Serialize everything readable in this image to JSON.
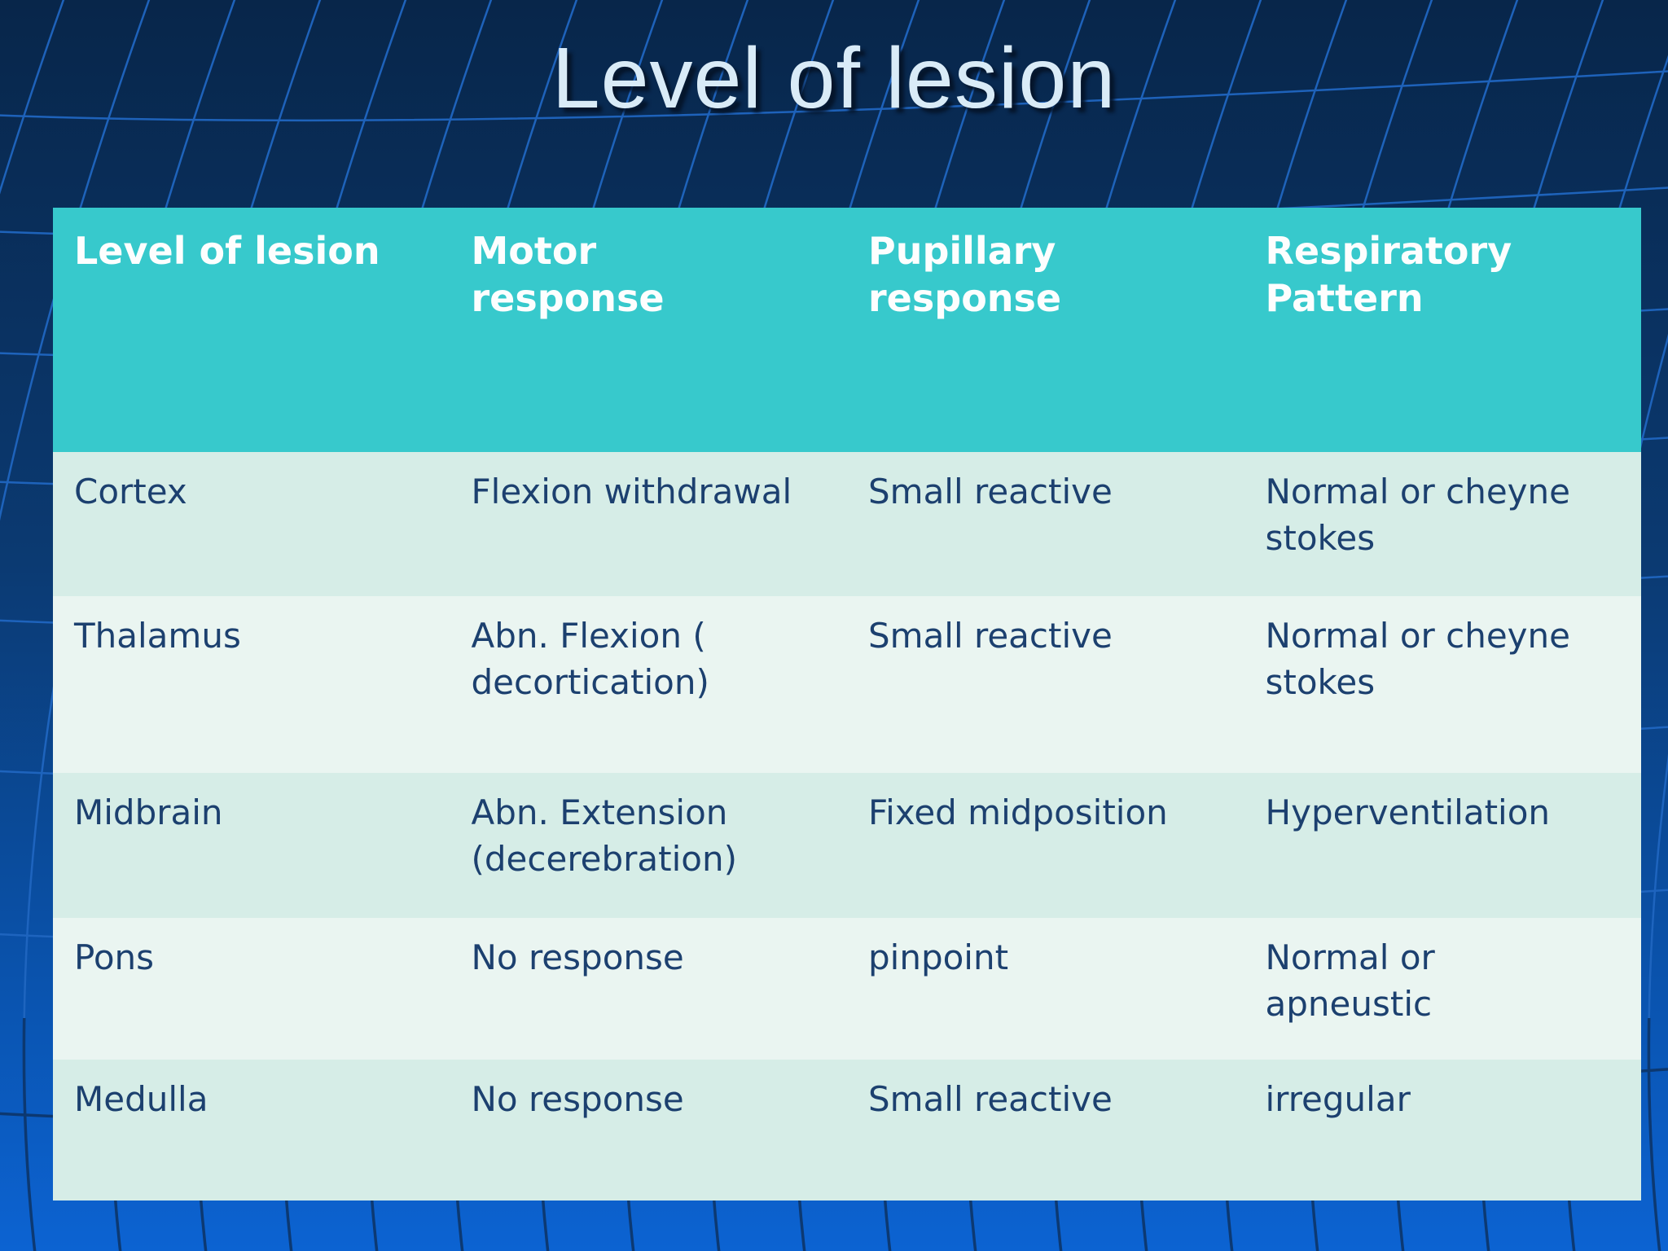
{
  "slide": {
    "title": "Level of lesion"
  },
  "table": {
    "headers": [
      "Level of lesion",
      "Motor response",
      "Pupillary response",
      "Respiratory Pattern"
    ],
    "rows": [
      {
        "cells": [
          "Cortex",
          "Flexion withdrawal",
          "Small reactive",
          "Normal or cheyne stokes"
        ]
      },
      {
        "cells": [
          "Thalamus",
          "Abn. Flexion ( decortication)",
          "Small reactive",
          "Normal or cheyne stokes"
        ]
      },
      {
        "cells": [
          "Midbrain",
          "Abn. Extension (decerebration)",
          "Fixed midposition",
          "Hyperventilation"
        ]
      },
      {
        "cells": [
          "Pons",
          "No response",
          "pinpoint",
          "Normal or apneustic"
        ]
      },
      {
        "cells": [
          "Medulla",
          "No response",
          "Small reactive",
          "irregular"
        ]
      }
    ]
  },
  "colors": {
    "title_text": "#d9ebf7",
    "header_bg": "#37c9cc",
    "header_text": "#fdfefe",
    "row_odd": "#d6ede7",
    "row_even": "#eaf5f1",
    "cell_text": "#1c406f",
    "bg_top": "#08264a",
    "bg_mid": "#0b3a72",
    "bg_low": "#0a54b0",
    "bg_bottom": "#0c63d2",
    "grid_line_top": "#2066c0",
    "grid_line_bottom": "#0d3569"
  }
}
